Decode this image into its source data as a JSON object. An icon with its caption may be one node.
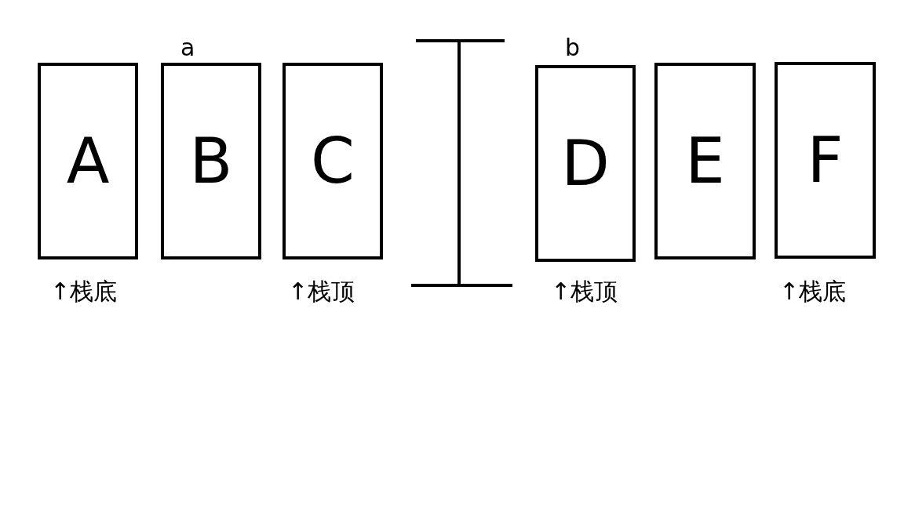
{
  "diagram": {
    "nodes": [
      {
        "text": [
          "A"
        ],
        "beside": [
          "↑栈底"
        ]
      },
      {
        "text": [
          "B"
        ],
        "beside": [
          "a"
        ]
      },
      {
        "text": [
          "C"
        ],
        "beside": [
          "↑栈顶"
        ]
      },
      {
        "text": [
          "D"
        ],
        "beside": [
          "b",
          "↑栈顶"
        ]
      },
      {
        "text": [
          "E"
        ]
      },
      {
        "text": [
          "F"
        ],
        "beside": [
          "↑栈底"
        ]
      }
    ],
    "edges": []
  }
}
